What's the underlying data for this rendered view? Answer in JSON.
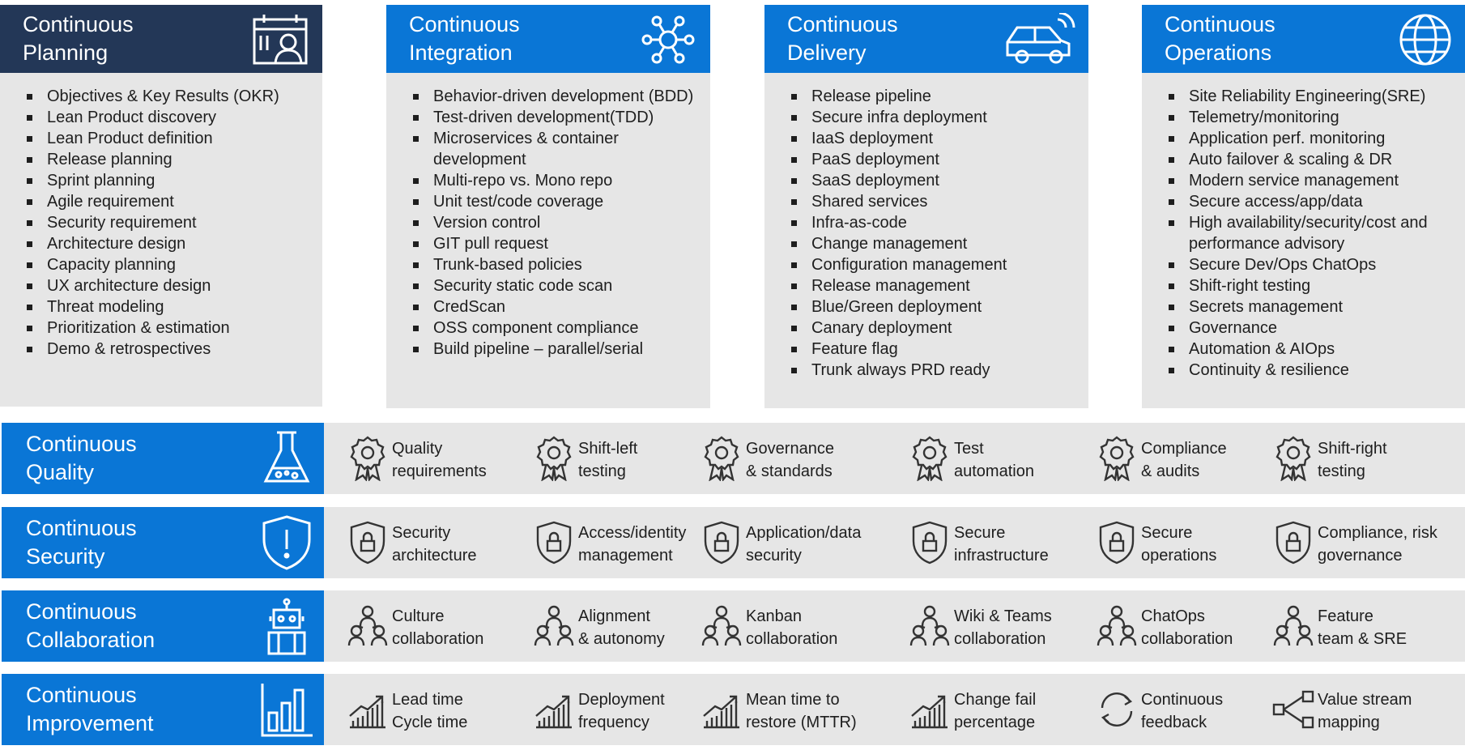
{
  "columns": [
    {
      "title_line1": "Continuous",
      "title_line2": "Planning",
      "icon": "calendar-user-icon",
      "items": [
        "Objectives & Key Results (OKR)",
        "Lean Product discovery",
        "Lean Product definition",
        "Release planning",
        "Sprint planning",
        "Agile requirement",
        "Security requirement",
        "Architecture design",
        "Capacity planning",
        "UX architecture design",
        "Threat modeling",
        "Prioritization & estimation",
        "Demo & retrospectives"
      ]
    },
    {
      "title_line1": "Continuous",
      "title_line2": "Integration",
      "icon": "network-hub-icon",
      "items": [
        "Behavior-driven development (BDD)",
        "Test-driven development(TDD)",
        "Microservices & container development",
        "Multi-repo vs. Mono repo",
        "Unit test/code coverage",
        "Version control",
        "GIT pull request",
        "Trunk-based policies",
        "Security static code scan",
        "CredScan",
        "OSS component compliance",
        "Build pipeline – parallel/serial"
      ]
    },
    {
      "title_line1": "Continuous",
      "title_line2": "Delivery",
      "icon": "connected-car-icon",
      "items": [
        "Release pipeline",
        "Secure infra deployment",
        "IaaS deployment",
        "PaaS deployment",
        "SaaS deployment",
        "Shared services",
        "Infra-as-code",
        "Change management",
        "Configuration management",
        "Release management",
        "Blue/Green deployment",
        "Canary deployment",
        "Feature flag",
        "Trunk always PRD ready"
      ]
    },
    {
      "title_line1": "Continuous",
      "title_line2": "Operations",
      "icon": "globe-icon",
      "items": [
        "Site Reliability Engineering(SRE)",
        "Telemetry/monitoring",
        "Application perf. monitoring",
        "Auto failover & scaling & DR",
        "Modern service management",
        "Secure access/app/data",
        "High availability/security/cost and performance advisory",
        "Secure Dev/Ops ChatOps",
        "Shift-right testing",
        "Secrets management",
        "Governance",
        "Automation & AIOps",
        "Continuity & resilience"
      ]
    }
  ],
  "rows": [
    {
      "title_line1": "Continuous",
      "title_line2": "Quality",
      "icon": "flask-icon",
      "item_icon": "badge-ribbon-icon",
      "items": [
        {
          "line1": "Quality",
          "line2": "requirements"
        },
        {
          "line1": "Shift-left",
          "line2": "testing"
        },
        {
          "line1": "Governance",
          "line2": "& standards"
        },
        {
          "line1": "Test",
          "line2": "automation"
        },
        {
          "line1": "Compliance",
          "line2": "& audits"
        },
        {
          "line1": "Shift-right",
          "line2": "testing"
        }
      ]
    },
    {
      "title_line1": "Continuous",
      "title_line2": "Security",
      "icon": "shield-alert-icon",
      "item_icon": "shield-lock-icon",
      "items": [
        {
          "line1": "Security",
          "line2": "architecture"
        },
        {
          "line1": "Access/identity",
          "line2": "management"
        },
        {
          "line1": "Application/data",
          "line2": "security"
        },
        {
          "line1": "Secure",
          "line2": "infrastructure"
        },
        {
          "line1": "Secure",
          "line2": "operations"
        },
        {
          "line1": "Compliance, risk",
          "line2": "governance"
        }
      ]
    },
    {
      "title_line1": "Continuous",
      "title_line2": "Collaboration",
      "icon": "robot-icon",
      "item_icon": "people-org-icon",
      "items": [
        {
          "line1": "Culture",
          "line2": "collaboration"
        },
        {
          "line1": "Alignment",
          "line2": "& autonomy"
        },
        {
          "line1": "Kanban",
          "line2": "collaboration"
        },
        {
          "line1": "Wiki & Teams",
          "line2": "collaboration"
        },
        {
          "line1": "ChatOps",
          "line2": "collaboration"
        },
        {
          "line1": "Feature",
          "line2": "team & SRE"
        }
      ]
    },
    {
      "title_line1": "Continuous",
      "title_line2": "Improvement",
      "icon": "bar-chart-icon",
      "items": [
        {
          "line1": "Lead time",
          "line2": "Cycle time",
          "icon": "trend-chart-icon"
        },
        {
          "line1": "Deployment",
          "line2": "frequency",
          "icon": "trend-chart-icon"
        },
        {
          "line1": "Mean time to",
          "line2": "restore (MTTR)",
          "icon": "trend-chart-icon"
        },
        {
          "line1": "Change fail",
          "line2": "percentage",
          "icon": "trend-chart-icon"
        },
        {
          "line1": "Continuous",
          "line2": "feedback",
          "icon": "refresh-arrows-icon"
        },
        {
          "line1": "Value stream",
          "line2": "mapping",
          "icon": "flow-diagram-icon"
        }
      ]
    }
  ]
}
